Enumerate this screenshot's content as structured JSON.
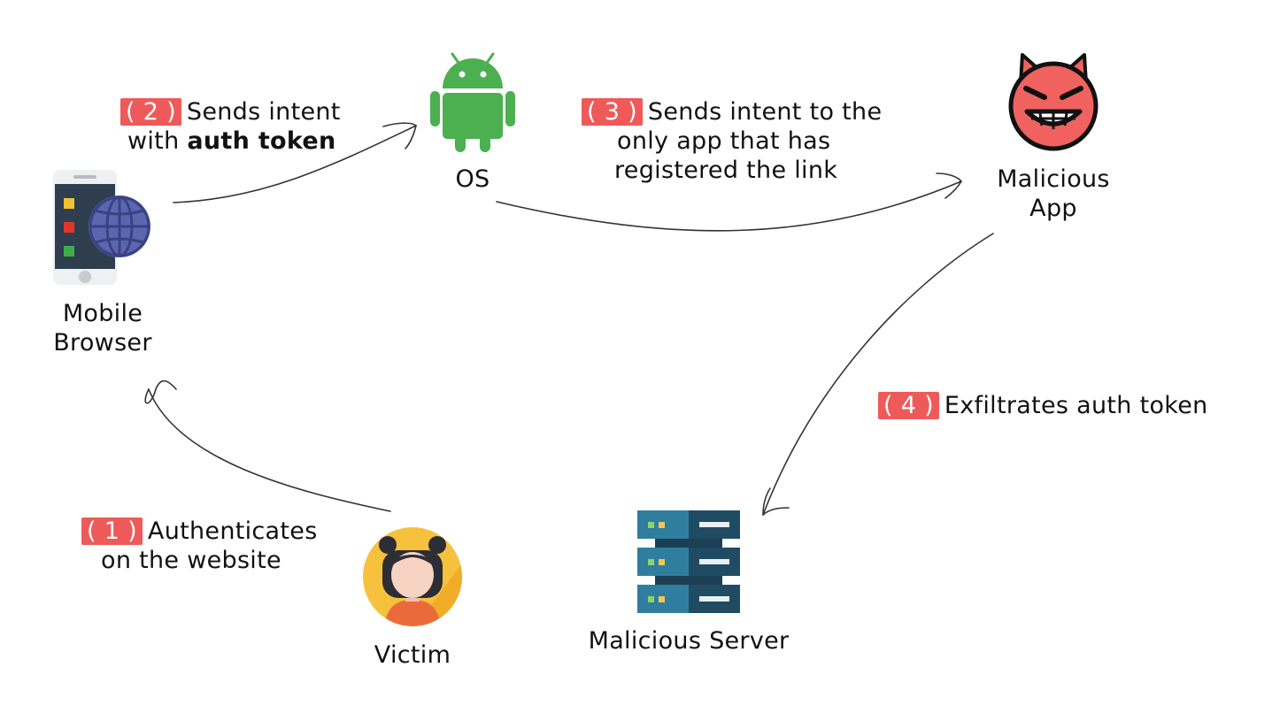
{
  "nodes": {
    "browser": {
      "label_line1": "Mobile",
      "label_line2": "Browser",
      "icon": "mobile-browser-icon"
    },
    "os": {
      "label": "OS",
      "icon": "android-icon"
    },
    "malicious_app": {
      "label_line1": "Malicious",
      "label_line2": "App",
      "icon": "devil-face-icon"
    },
    "server": {
      "label": "Malicious Server",
      "icon": "server-icon"
    },
    "victim": {
      "label": "Victim",
      "icon": "victim-avatar-icon"
    }
  },
  "steps": [
    {
      "badge": "( 1 )",
      "line1": "Authenticates",
      "line2": "on the website"
    },
    {
      "badge": "( 2 )",
      "line1": "Sends intent",
      "line2_prefix": "with ",
      "line2_bold": "auth token"
    },
    {
      "badge": "( 3 )",
      "line1": "Sends intent to the",
      "line2": "only app that has",
      "line3": "registered the link"
    },
    {
      "badge": "( 4 )",
      "line1": "Exfiltrates auth token"
    }
  ],
  "colors": {
    "badge": "#ee5a5a",
    "android": "#4caf50",
    "devil": "#f0625f",
    "server": "#2f7ea0",
    "arrow": "#333333"
  }
}
